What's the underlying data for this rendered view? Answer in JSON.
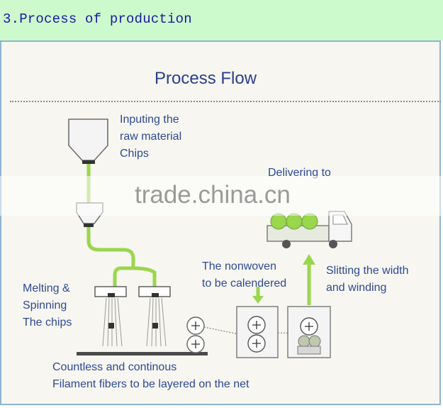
{
  "header": {
    "title": "3.Process of production"
  },
  "diagram": {
    "title": "Process Flow",
    "labels": {
      "input_line1": "Inputing the",
      "input_line2": "raw material",
      "input_line3": "Chips",
      "deliver": "Delivering to",
      "melting_line1": "Melting &",
      "melting_line2": "Spinning",
      "melting_line3": "The chips",
      "nonwoven_line1": "The nonwoven",
      "nonwoven_line2": "to be calendered",
      "slitting_line1": "Slitting the width",
      "slitting_line2": "and winding",
      "countless_line1": "Countless and continous",
      "countless_line2": "Filament fibers to be layered on the net"
    },
    "watermark": "trade.china.cn",
    "colors": {
      "accent_green": "#9ad64e",
      "text_blue": "#2d4a96",
      "header_green": "#ccfacc",
      "border_blue": "#8fb4d0"
    }
  }
}
